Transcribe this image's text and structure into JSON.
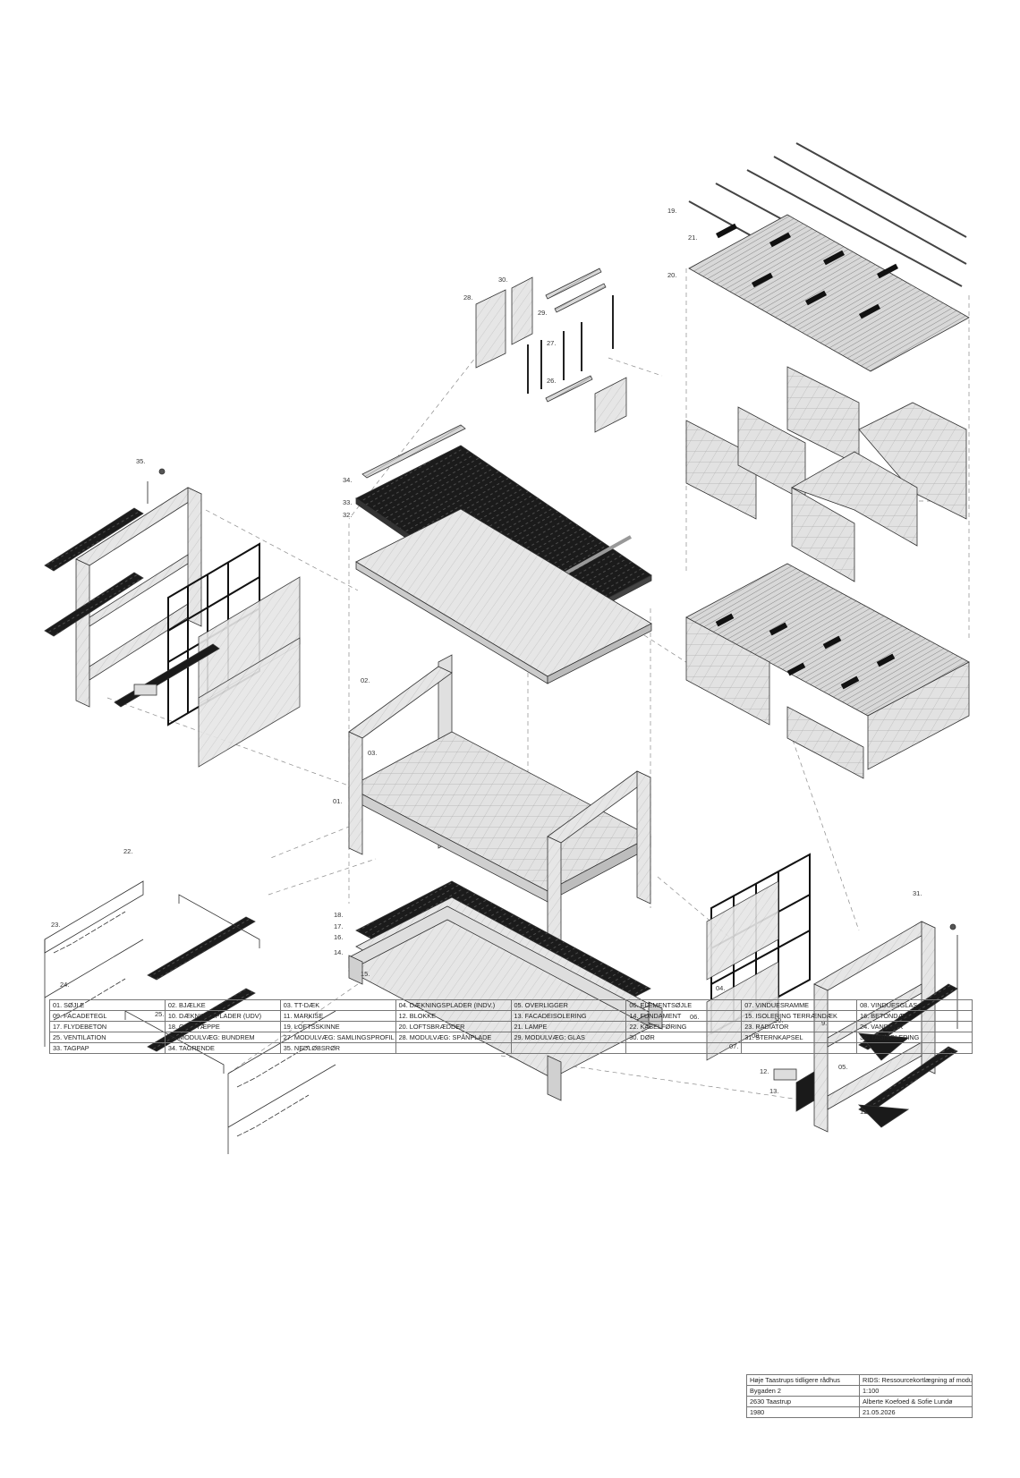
{
  "callouts": {
    "c01": "01.",
    "c02": "02.",
    "c03": "03.",
    "c04": "04.",
    "c05": "05.",
    "c06": "06.",
    "c07": "07.",
    "c08": "08.",
    "c09": "9.",
    "c10": "10.",
    "c11": "11.",
    "c12": "12.",
    "c13": "13.",
    "c14": "14.",
    "c15": "15.",
    "c16": "16.",
    "c17": "17.",
    "c18": "18.",
    "c19": "19.",
    "c20": "20.",
    "c21": "21.",
    "c22": "22.",
    "c23": "23.",
    "c24": "24.",
    "c25": "25.",
    "c26": "26.",
    "c27": "27.",
    "c28": "28.",
    "c29": "29.",
    "c30": "30.",
    "c31": "31.",
    "c32": "32.",
    "c33": "33.",
    "c34": "34.",
    "c35": "35."
  },
  "legend": {
    "rows": [
      [
        "01. SØJLE",
        "02. BJÆLKE",
        "03. TT-DÆK",
        "04. DÆKNINGSPLADER (INDV.)",
        "05. OVERLIGGER",
        "06. ELEMENTSØJLE",
        "07. VINDUESRAMME",
        "08. VINDUESGLAS"
      ],
      [
        "09. FACADETEGL",
        "10. DÆKNINGSPLADER (UDV)",
        "11. MARKISE",
        "12. BLOKKE",
        "13. FACADEISOLERING",
        "14. FUNDAMENT",
        "15. ISOLERING TERRÆNDÆK",
        "16. BETONDÆK"
      ],
      [
        "17. FLYDEBETON",
        "18. GULVTÆPPE",
        "19. LOFTSSKINNE",
        "20. LOFTSBRÆDDER",
        "21. LAMPE",
        "22. KABELFØRING",
        "23. RADIATOR",
        "24. VANDRØR"
      ],
      [
        "25. VENTILATION",
        "26. MODULVÆG: BUNDREM",
        "27. MODULVÆG: SAMLINGSPROFIL",
        "28. MODULVÆG: SPÅNPLADE",
        "29. MODULVÆG: GLAS",
        "30. DØR",
        "31. STERNKAPSEL",
        "32. TAGISOLERING"
      ],
      [
        "33. TAGPAP",
        "34. TAGRENDE",
        "35. NEDLØBSRØR",
        "",
        "",
        "",
        "",
        ""
      ]
    ]
  },
  "titleblock": {
    "rows": [
      [
        "Høje Taastrups tidligere rådhus",
        "RIDS: Ressourcekortlægning af modul"
      ],
      [
        "Bygaden 2",
        "1:100"
      ],
      [
        "2630 Taastrup",
        "Alberte Koefoed & Sofie Lundø"
      ],
      [
        "1980",
        "21.05.2026"
      ]
    ]
  },
  "colors": {
    "line": "#333333",
    "fill_light": "#e4e4e4",
    "fill_dark": "#1a1a1a",
    "dash": "#8a8a8a"
  }
}
